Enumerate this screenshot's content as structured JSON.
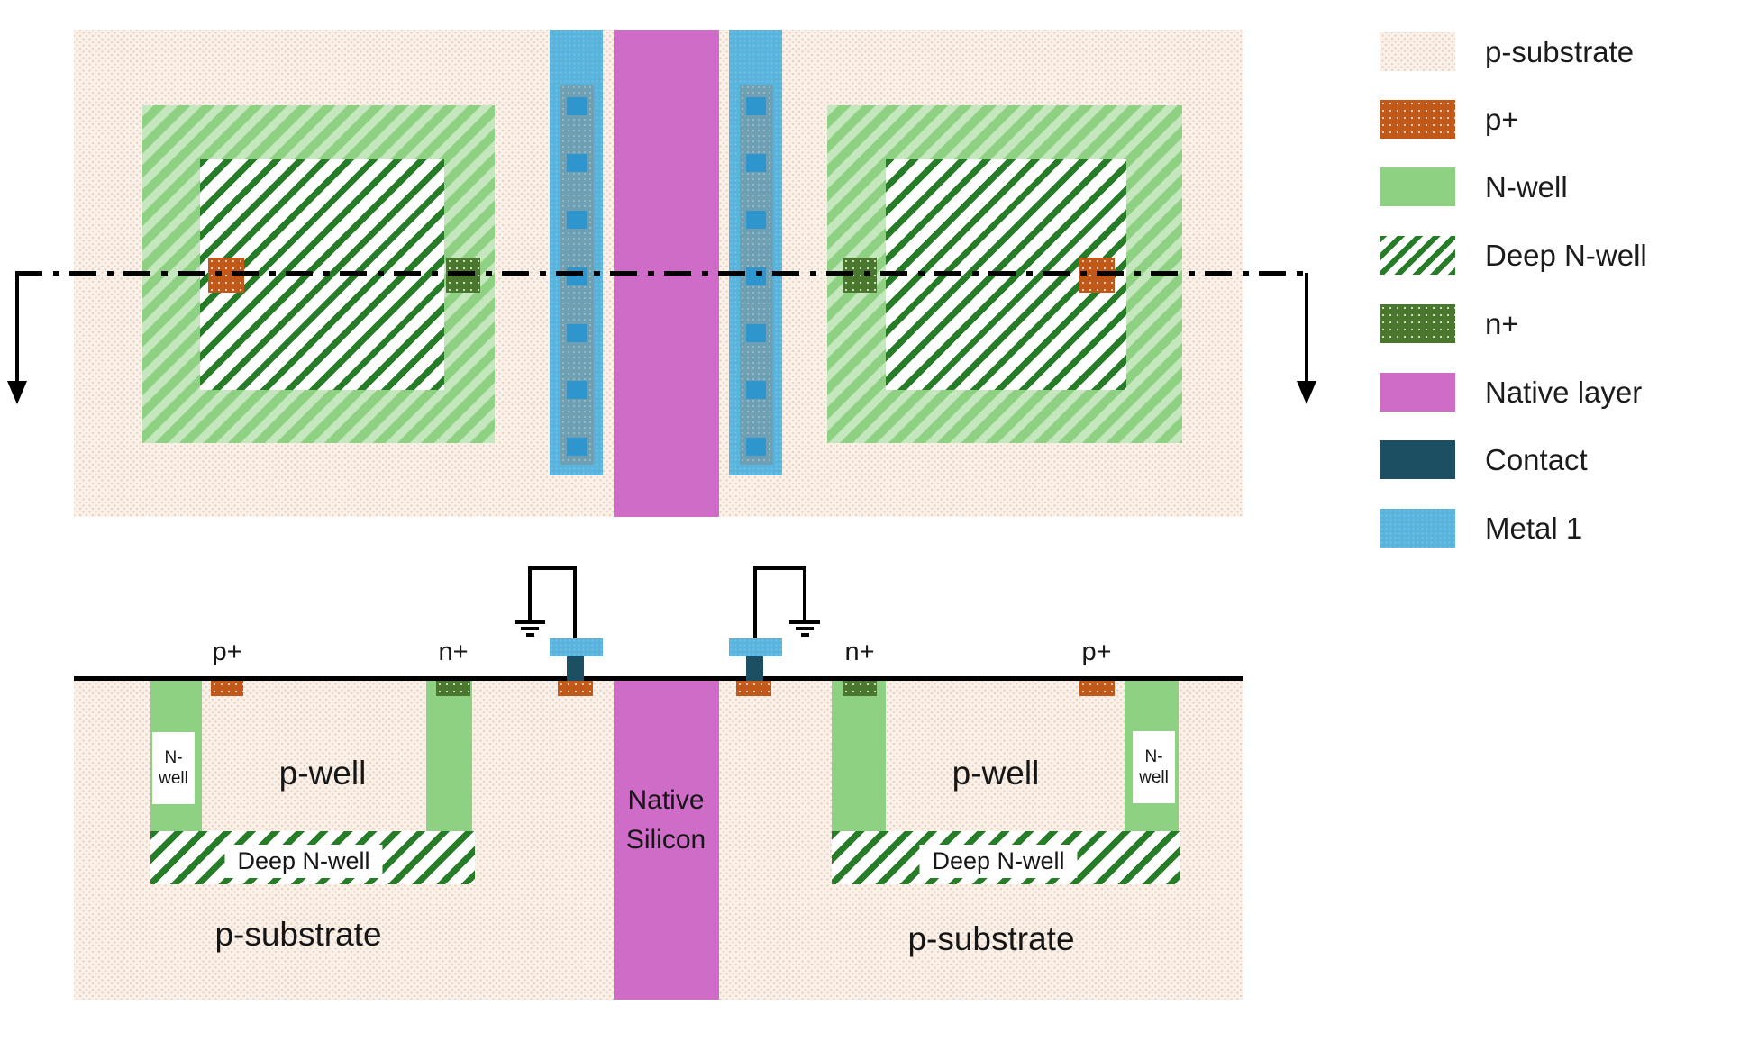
{
  "colors": {
    "p_substrate_base": "#faf2ea",
    "p_substrate_dot": "#ecd0bd",
    "p_plus": "#c2571a",
    "n_well": "#8fd182",
    "deep_n_well_stripe": "#277c27",
    "n_plus": "#49772e",
    "native_layer": "#ce6cc8",
    "contact": "#1d4f63",
    "metal1": "#58b4dd",
    "metal1_via": "#2e96cc",
    "line": "#000000"
  },
  "legend": {
    "items": [
      {
        "label": "p-substrate"
      },
      {
        "label": "p+"
      },
      {
        "label": "N-well"
      },
      {
        "label": "Deep N-well"
      },
      {
        "label": "n+"
      },
      {
        "label": "Native layer"
      },
      {
        "label": "Contact"
      },
      {
        "label": "Metal 1"
      }
    ]
  },
  "labels": {
    "p_plus": "p+",
    "n_plus": "n+",
    "p_well": "p-well",
    "n_well_line1": "N-",
    "n_well_line2": "well",
    "deep_n_well": "Deep N-well",
    "p_substrate": "p-substrate",
    "native_line1": "Native",
    "native_line2": "Silicon"
  }
}
